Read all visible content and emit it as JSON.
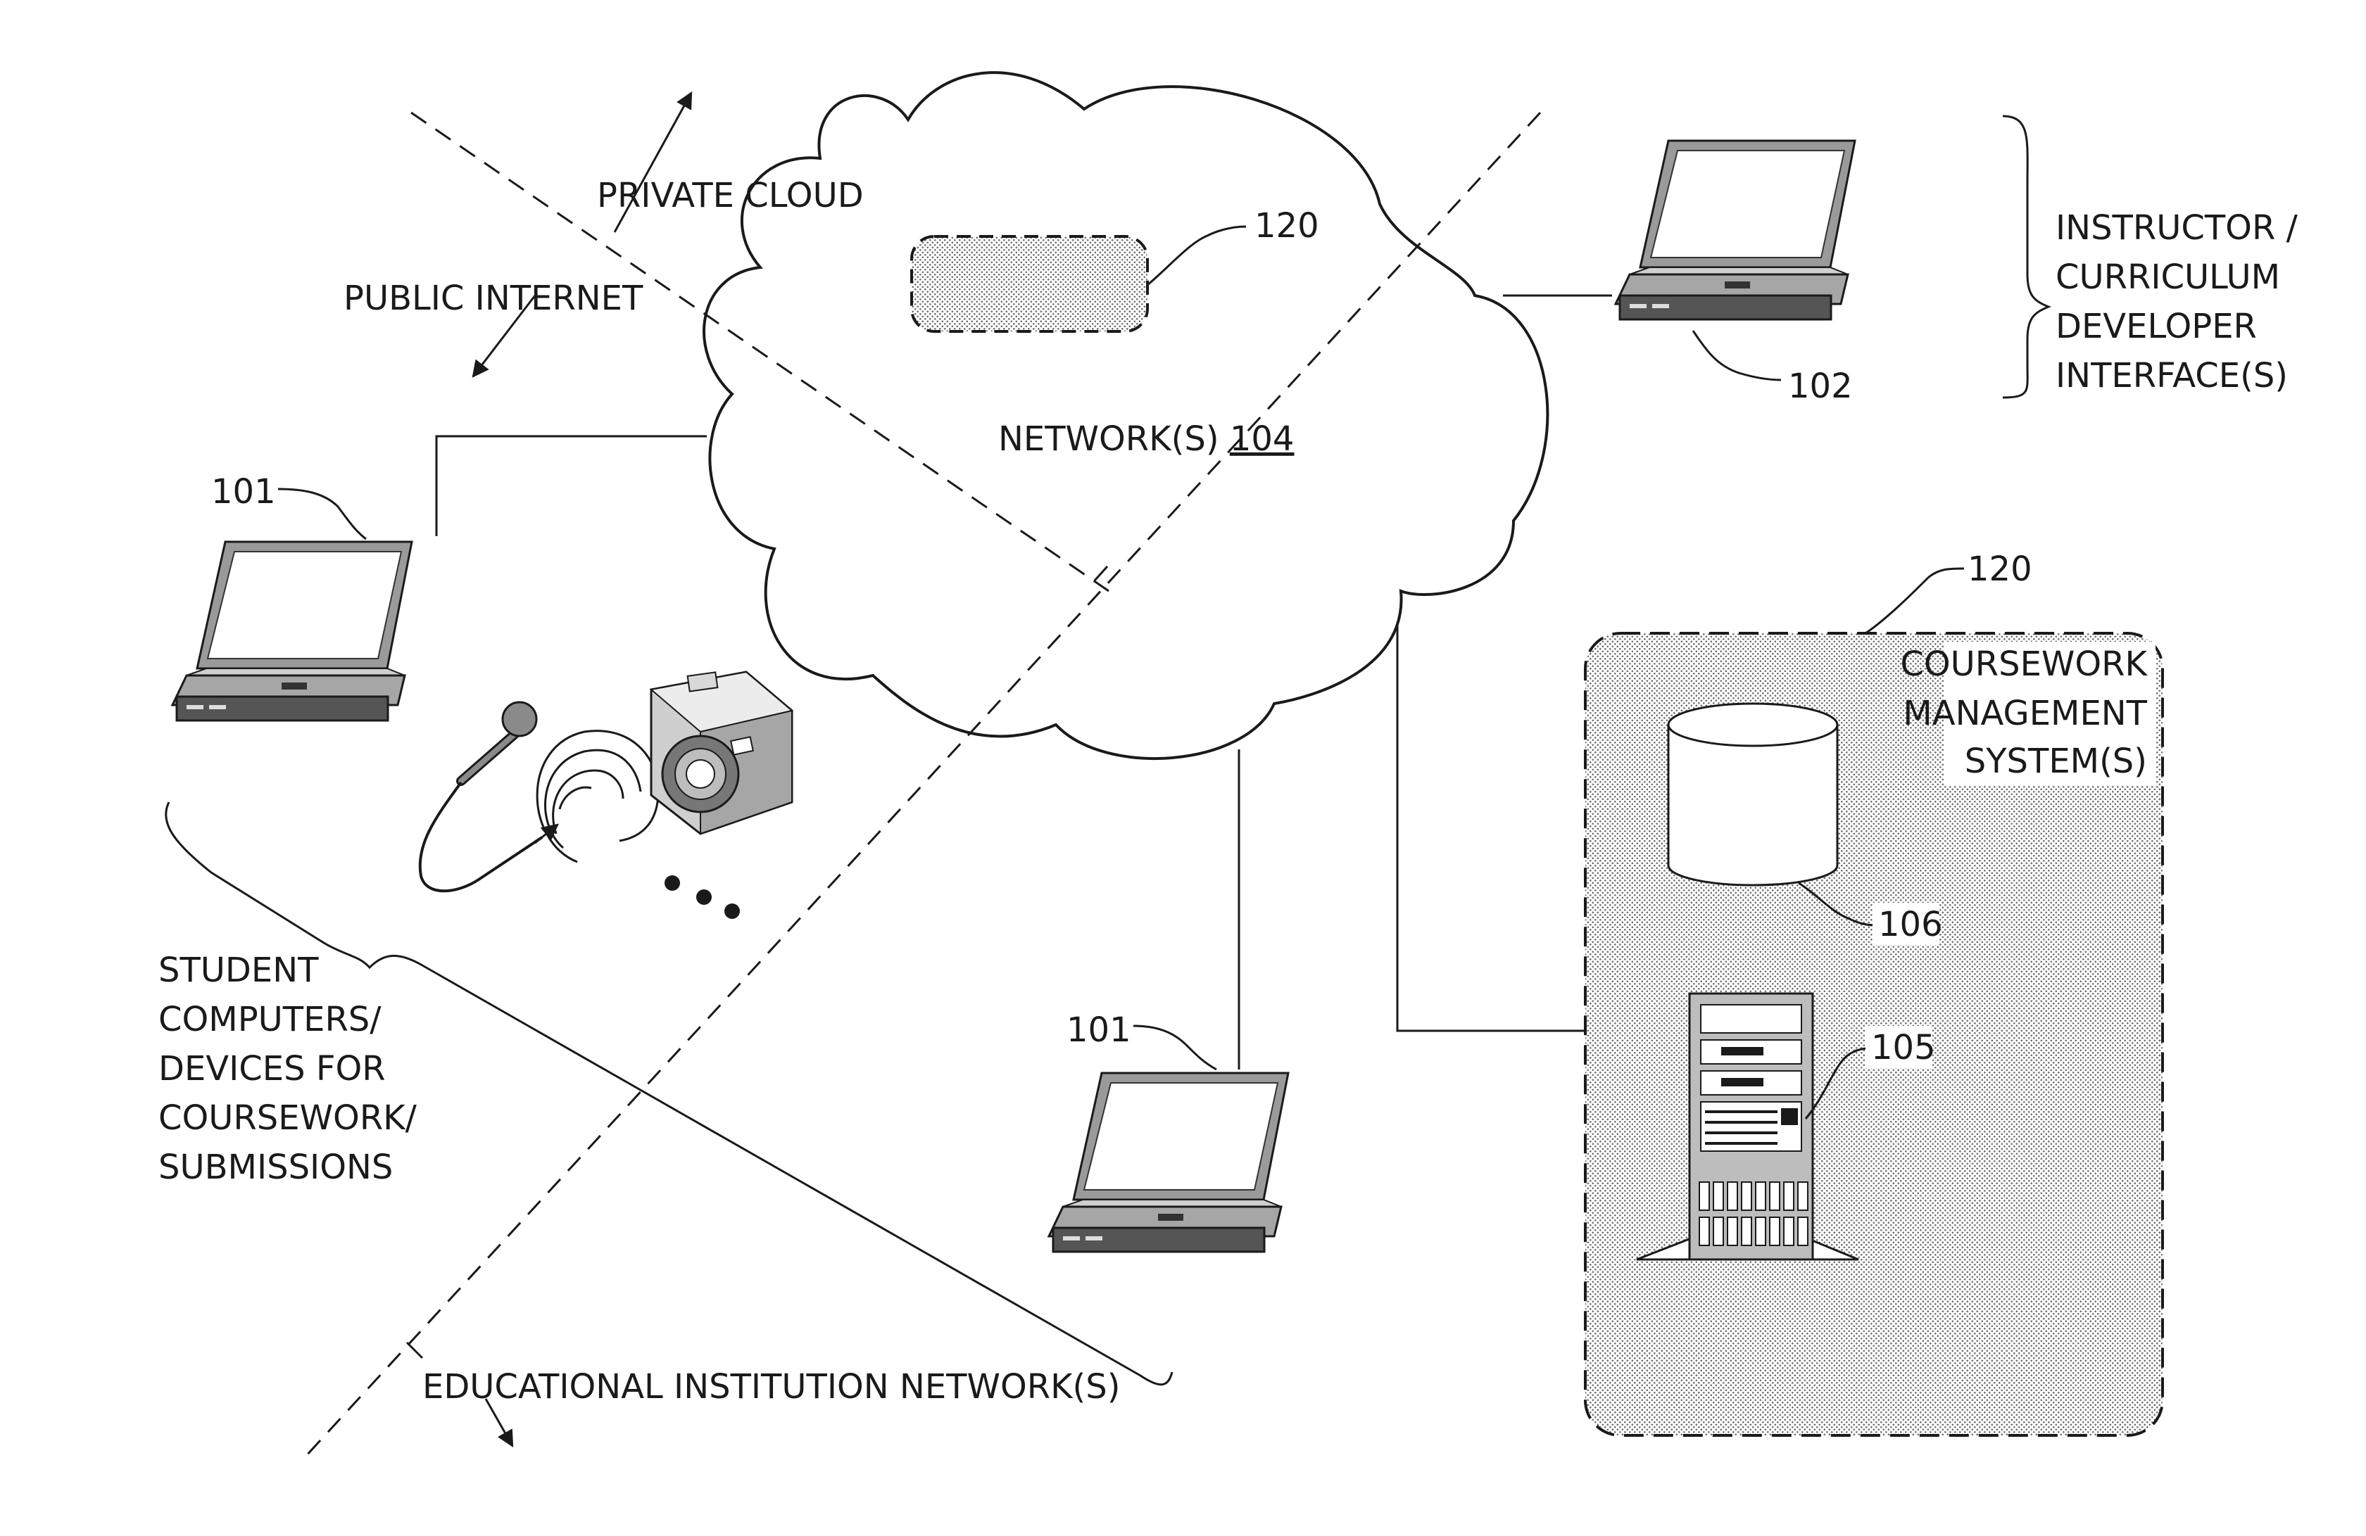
{
  "labels": {
    "private_cloud": "PRIVATE CLOUD",
    "public_internet": "PUBLIC INTERNET",
    "network": "NETWORK(S)",
    "network_ref": "104",
    "educational_network": "EDUCATIONAL INSTITUTION NETWORK(S)",
    "instructor_lines": [
      "INSTRUCTOR /",
      "CURRICULUM",
      "DEVELOPER",
      "INTERFACE(S)"
    ],
    "student_lines": [
      "STUDENT",
      "COMPUTERS/",
      "DEVICES FOR",
      "COURSEWORK/",
      "SUBMISSIONS"
    ],
    "cms_lines": [
      "COURSEWORK",
      "MANAGEMENT",
      "SYSTEM(S)"
    ]
  },
  "refs": {
    "cloud_component": "120",
    "cms": "120",
    "instructor_laptop": "102",
    "student_laptop_left": "101",
    "student_laptop_bottom": "101",
    "database": "106",
    "server": "105"
  },
  "icons": [
    "laptop-icon",
    "microphone-icon",
    "sound-waves-icon",
    "camera-icon",
    "ellipsis-icon",
    "database-icon",
    "server-tower-icon",
    "cloud-icon"
  ]
}
